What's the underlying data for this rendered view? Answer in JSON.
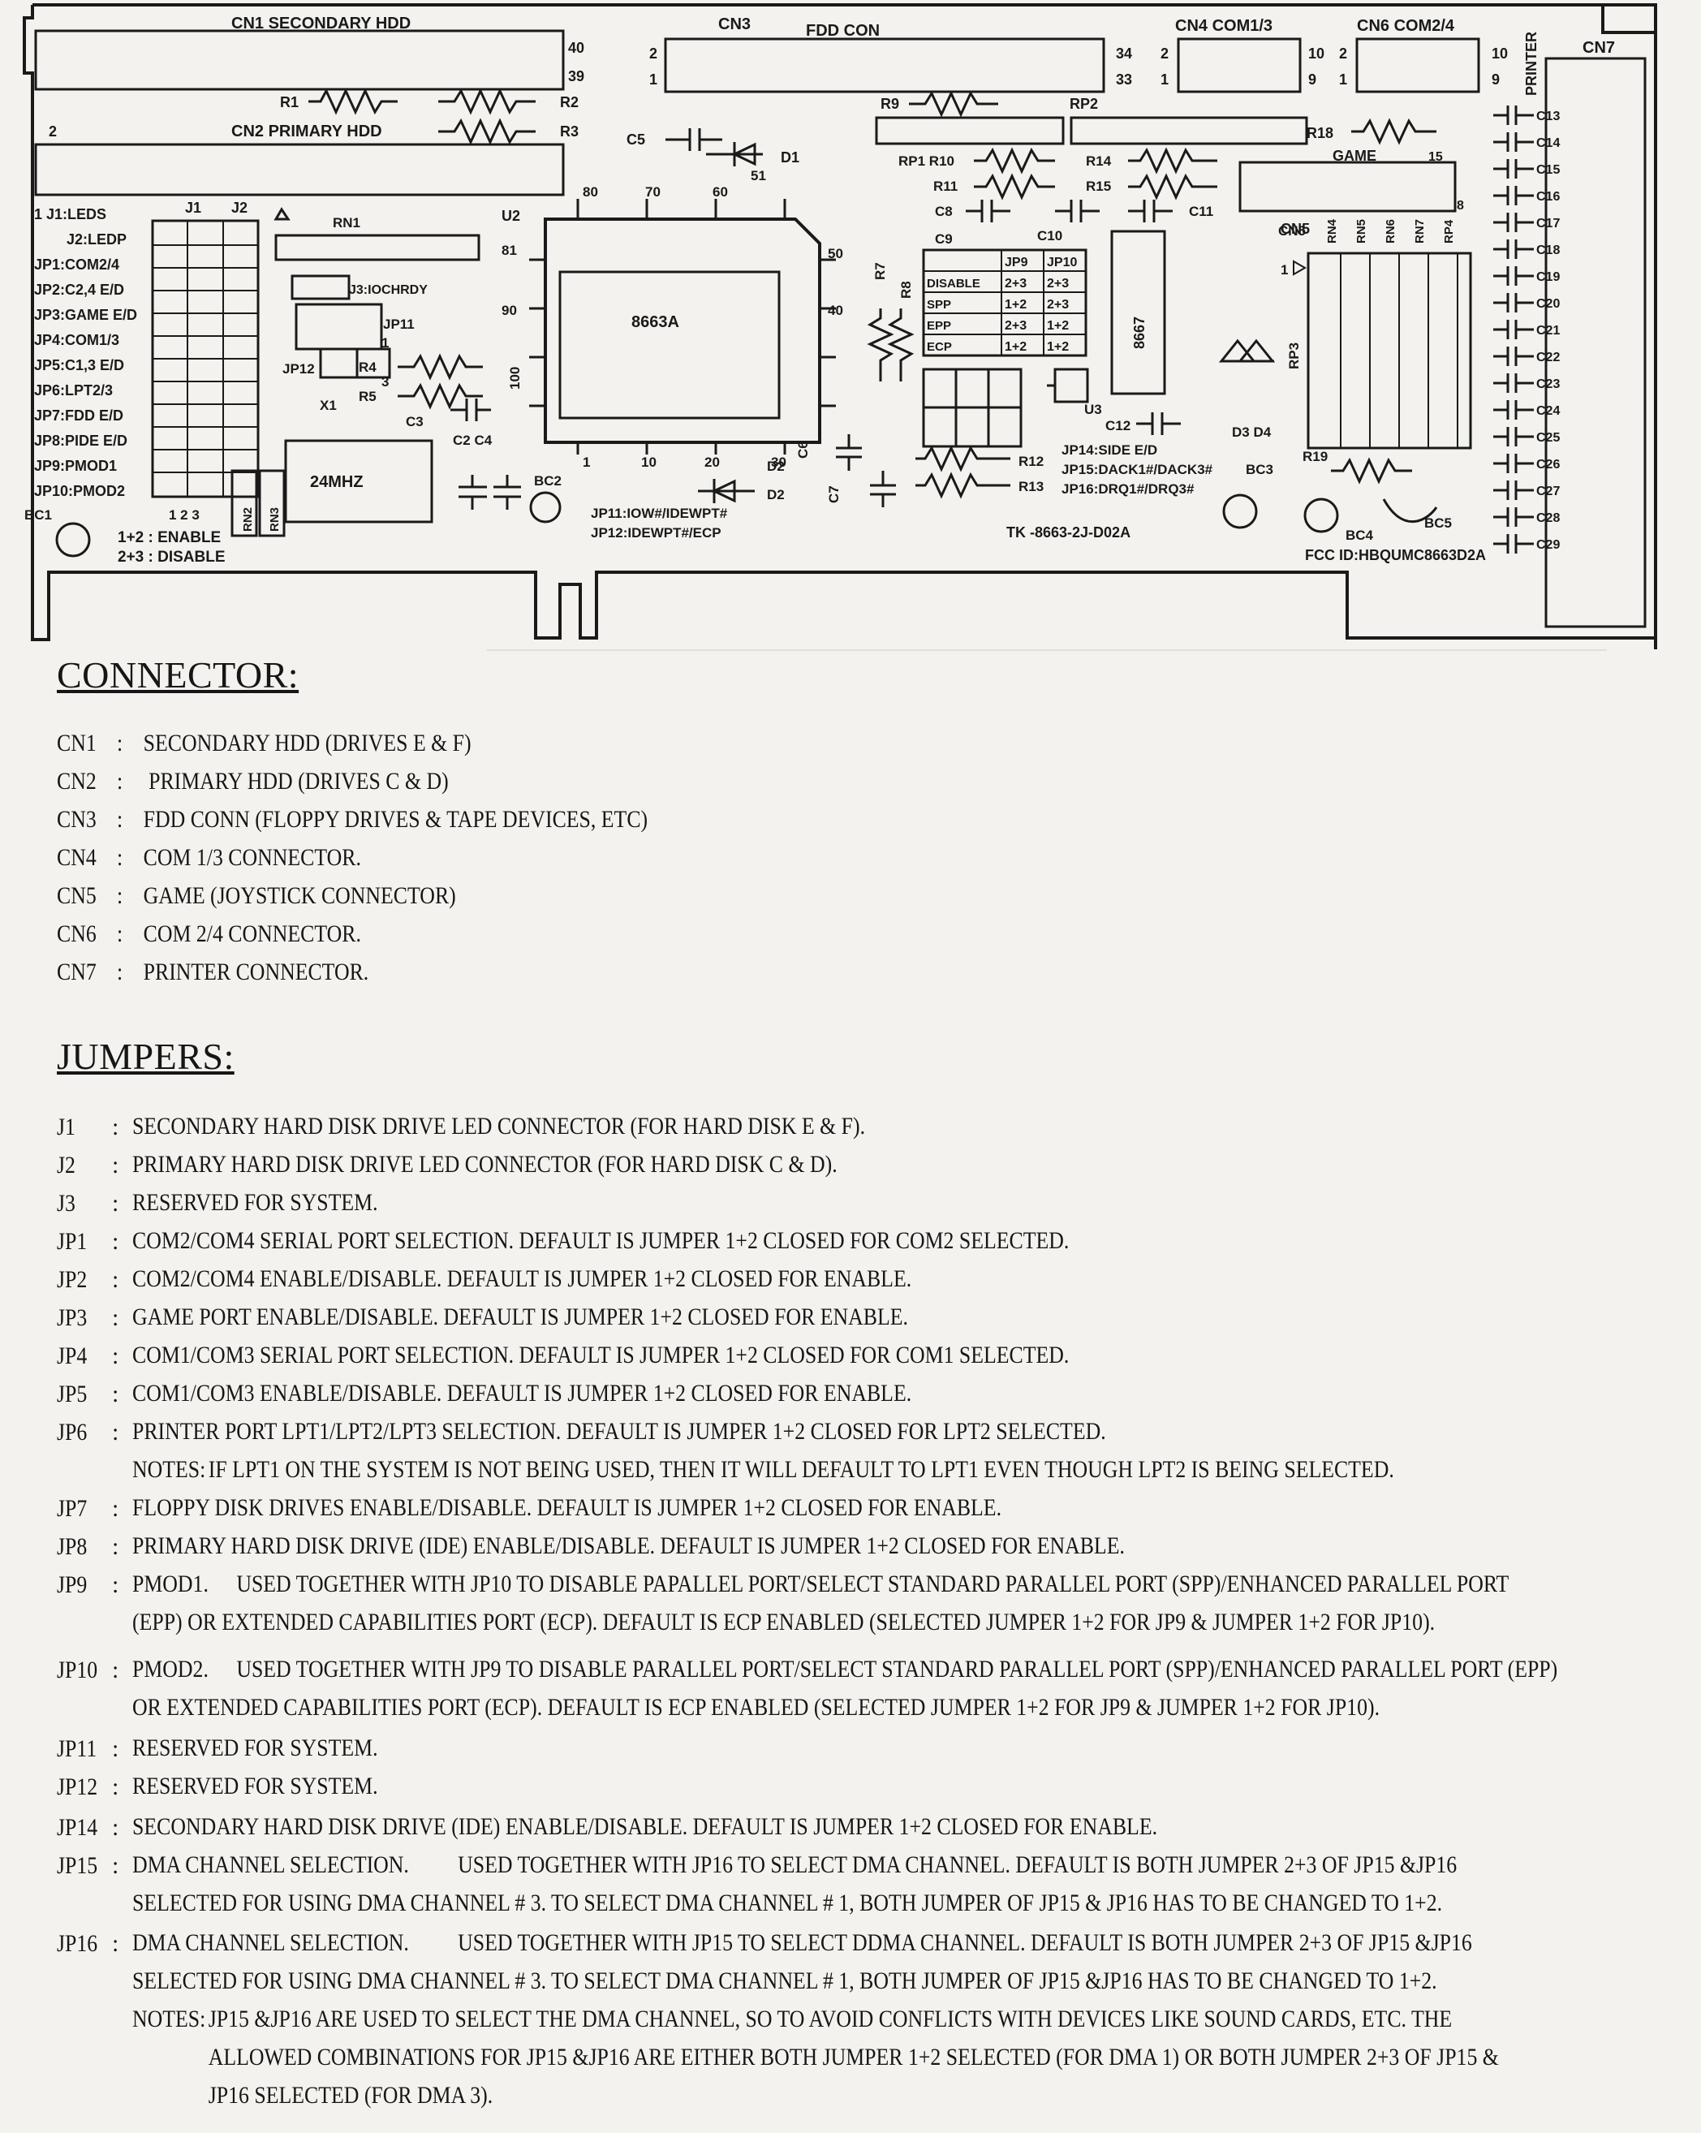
{
  "board": {
    "cn1": "CN1  SECONDARY HDD",
    "cn2": "CN2  PRIMARY HDD",
    "cn3": "CN3",
    "fdd": "FDD CON",
    "cn4": "CN4  COM1/3",
    "cn6": "CN6  COM2/4",
    "cn7": "CN7",
    "cn5": "CN5",
    "game": "GAME",
    "printer": "PRINTER",
    "pin40": "40",
    "pin39": "39",
    "pin2a": "2",
    "pin1a": "1",
    "pin34": "34",
    "pin33": "33",
    "pin10": "10",
    "pin9": "9",
    "pin15": "15",
    "pin8": "8",
    "r1": "R1",
    "r2": "R2",
    "r3": "R3",
    "r4": "R4",
    "r5": "R5",
    "r7": "R7",
    "r8": "R8",
    "r9": "R9",
    "r10": "RP1 R10",
    "r11": "R11",
    "r12": "R12",
    "r13": "R13",
    "r14": "R14",
    "r15": "R15",
    "r18": "R18",
    "r19": "R19",
    "rp2": "RP2",
    "rp3": "RP3",
    "rn1": "RN1",
    "rn2": "RN2",
    "rn3": "RN3",
    "rn4": "RN4",
    "rn5": "RN5",
    "rn6": "RN6",
    "rn7": "RN7",
    "rp4": "RP4",
    "c5": "C5",
    "d1": "D1",
    "c8": "C8",
    "c9": "C9",
    "c10": "C10",
    "c11": "C11",
    "c12": "C12",
    "c2c4": "C2 C4",
    "c3": "C3",
    "d2": "D2",
    "c6": "C6",
    "c7": "C7",
    "d3d4": "D3 D4",
    "u2": "U2",
    "u3": "U3",
    "chip1": "8663A",
    "chip2": "8667",
    "xtal": "24MHZ",
    "x1": "X1",
    "bc1": "BC1",
    "bc2": "BC2",
    "bc3": "BC3",
    "bc4": "BC4",
    "bc5": "BC5",
    "pin80": "80",
    "pin70": "70",
    "pin60": "60",
    "pin51": "51",
    "pin50": "50",
    "pin40b": "40",
    "pin81": "81",
    "pin90": "90",
    "pin100": "100",
    "pin1b": "1",
    "pin10b": "10",
    "pin20": "20",
    "pin30": "30",
    "left_labels": [
      "1   J1:LEDS",
      "J2:LEDP",
      "JP1:COM2/4",
      "JP2:C2,4 E/D",
      "JP3:GAME E/D",
      "JP4:COM1/3",
      "JP5:C1,3 E/D",
      "JP6:LPT2/3",
      "JP7:FDD E/D",
      "JP8:PIDE E/D",
      "JP9:PMOD1",
      "JP10:PMOD2"
    ],
    "j1": "J1",
    "j2": "J2",
    "j3": "J3:IOCHRDY",
    "jp11": "JP11",
    "jp12": "JP12",
    "jp11_1": "1",
    "jp11_3": "3",
    "enable": "1+2 : ENABLE",
    "disable": "2+3 : DISABLE",
    "row123": "1   2   3",
    "jp11_note": "JP11:IOW#/IDEWPT#",
    "jp12_note": "JP12:IDEWPT#/ECP",
    "jp14": "JP14:SIDE E/D",
    "jp15": "JP15:DACK1#/DACK3#",
    "jp16": "JP16:DRQ1#/DRQ3#",
    "model": "TK -8663-2J-D02A",
    "fcc": "FCC ID:HBQUMC8663D2A",
    "table_head": [
      "",
      "JP9",
      "JP10"
    ],
    "table_rows": [
      [
        "DISABLE",
        "2+3",
        "2+3"
      ],
      [
        "SPP",
        "1+2",
        "2+3"
      ],
      [
        "EPP",
        "2+3",
        "1+2"
      ],
      [
        "ECP",
        "1+2",
        "1+2"
      ]
    ],
    "printer_pins": [
      "C13",
      "C14",
      "C15",
      "C16",
      "C17",
      "C18",
      "C19",
      "C20",
      "C21",
      "C22",
      "C23",
      "C24",
      "C25",
      "C26",
      "C27",
      "C28",
      "C29"
    ]
  },
  "connector": {
    "heading": "CONNECTOR:",
    "rows": [
      {
        "code": "CN1",
        "text": "SECONDARY HDD (DRIVES E & F)"
      },
      {
        "code": "CN2",
        "text": " PRIMARY HDD (DRIVES C & D)"
      },
      {
        "code": "CN3",
        "text": "FDD CONN (FLOPPY DRIVES & TAPE DEVICES, ETC)"
      },
      {
        "code": "CN4",
        "text": "COM 1/3 CONNECTOR."
      },
      {
        "code": "CN5",
        "text": "GAME (JOYSTICK CONNECTOR)"
      },
      {
        "code": "CN6",
        "text": "COM 2/4 CONNECTOR."
      },
      {
        "code": "CN7",
        "text": "PRINTER CONNECTOR."
      }
    ]
  },
  "jumpers": {
    "heading": "JUMPERS:",
    "j1": {
      "code": "J1",
      "text": "SECONDARY HARD DISK DRIVE LED CONNECTOR (FOR HARD DISK E & F)."
    },
    "j2": {
      "code": "J2",
      "text": "PRIMARY HARD DISK DRIVE LED CONNECTOR (FOR HARD DISK C & D)."
    },
    "j3": {
      "code": "J3",
      "text": "RESERVED FOR SYSTEM."
    },
    "jp1": {
      "code": "JP1",
      "text": "COM2/COM4 SERIAL PORT SELECTION. DEFAULT IS JUMPER 1+2 CLOSED FOR COM2 SELECTED."
    },
    "jp2": {
      "code": "JP2",
      "text": "COM2/COM4 ENABLE/DISABLE. DEFAULT IS JUMPER 1+2 CLOSED FOR ENABLE."
    },
    "jp3": {
      "code": "JP3",
      "text": "GAME PORT ENABLE/DISABLE. DEFAULT IS JUMPER 1+2 CLOSED FOR ENABLE."
    },
    "jp4": {
      "code": "JP4",
      "text": "COM1/COM3 SERIAL PORT SELECTION. DEFAULT IS JUMPER 1+2 CLOSED FOR COM1 SELECTED."
    },
    "jp5": {
      "code": "JP5",
      "text": "COM1/COM3 ENABLE/DISABLE. DEFAULT IS JUMPER 1+2 CLOSED FOR ENABLE."
    },
    "jp6": {
      "code": "JP6",
      "text": "PRINTER PORT LPT1/LPT2/LPT3 SELECTION. DEFAULT IS JUMPER 1+2 CLOSED FOR LPT2 SELECTED.",
      "note_label": "NOTES:",
      "note": "IF LPT1 ON THE SYSTEM IS NOT BEING USED, THEN IT WILL DEFAULT TO LPT1 EVEN THOUGH LPT2 IS BEING SELECTED."
    },
    "jp7": {
      "code": "JP7",
      "text": "FLOPPY DISK DRIVES ENABLE/DISABLE. DEFAULT IS JUMPER 1+2 CLOSED FOR ENABLE."
    },
    "jp8": {
      "code": "JP8",
      "text": "PRIMARY HARD DISK DRIVE (IDE) ENABLE/DISABLE. DEFAULT IS JUMPER 1+2 CLOSED FOR ENABLE."
    },
    "jp9": {
      "code": "JP9",
      "label": "PMOD1.",
      "text": "USED TOGETHER WITH JP10 TO DISABLE PAPALLEL PORT/SELECT STANDARD PARALLEL PORT (SPP)/ENHANCED PARALLEL PORT (EPP) OR EXTENDED CAPABILITIES PORT (ECP). DEFAULT IS ECP ENABLED (SELECTED JUMPER 1+2 FOR JP9 & JUMPER 1+2 FOR JP10)."
    },
    "jp10": {
      "code": "JP10",
      "label": "PMOD2.",
      "text": "USED TOGETHER WITH JP9 TO DISABLE PARALLEL PORT/SELECT STANDARD PARALLEL PORT (SPP)/ENHANCED PARALLEL PORT (EPP) OR EXTENDED CAPABILITIES PORT (ECP). DEFAULT IS ECP ENABLED (SELECTED JUMPER 1+2 FOR JP9 & JUMPER 1+2 FOR JP10)."
    },
    "jp11": {
      "code": "JP11",
      "text": "RESERVED FOR SYSTEM."
    },
    "jp12": {
      "code": "JP12",
      "text": "RESERVED FOR SYSTEM."
    },
    "jp14": {
      "code": "JP14",
      "text": "SECONDARY HARD DISK DRIVE (IDE) ENABLE/DISABLE. DEFAULT IS JUMPER 1+2 CLOSED FOR ENABLE."
    },
    "jp15": {
      "code": "JP15",
      "label": "DMA CHANNEL SELECTION.",
      "text": "USED TOGETHER WITH JP16 TO SELECT DMA CHANNEL. DEFAULT IS BOTH JUMPER 2+3 OF JP15 &JP16 SELECTED FOR USING DMA CHANNEL # 3.  TO SELECT DMA CHANNEL # 1, BOTH JUMPER OF JP15 & JP16 HAS TO BE CHANGED TO 1+2."
    },
    "jp16": {
      "code": "JP16",
      "label": "DMA CHANNEL SELECTION.",
      "text": "USED TOGETHER WITH JP15 TO SELECT DDMA CHANNEL. DEFAULT IS BOTH JUMPER 2+3 OF JP15 &JP16 SELECTED FOR USING DMA CHANNEL # 3. TO SELECT DMA CHANNEL # 1, BOTH JUMPER OF JP15 &JP16 HAS TO BE CHANGED TO 1+2.",
      "note_label": "NOTES:",
      "note": "JP15 &JP16 ARE USED TO SELECT THE DMA CHANNEL, SO TO AVOID CONFLICTS WITH DEVICES LIKE SOUND CARDS, ETC. THE ALLOWED COMBINATIONS FOR JP15 &JP16 ARE EITHER BOTH JUMPER 1+2 SELECTED (FOR DMA 1) OR BOTH JUMPER 2+3 OF JP15 & JP16 SELECTED (FOR DMA 3)."
    }
  }
}
